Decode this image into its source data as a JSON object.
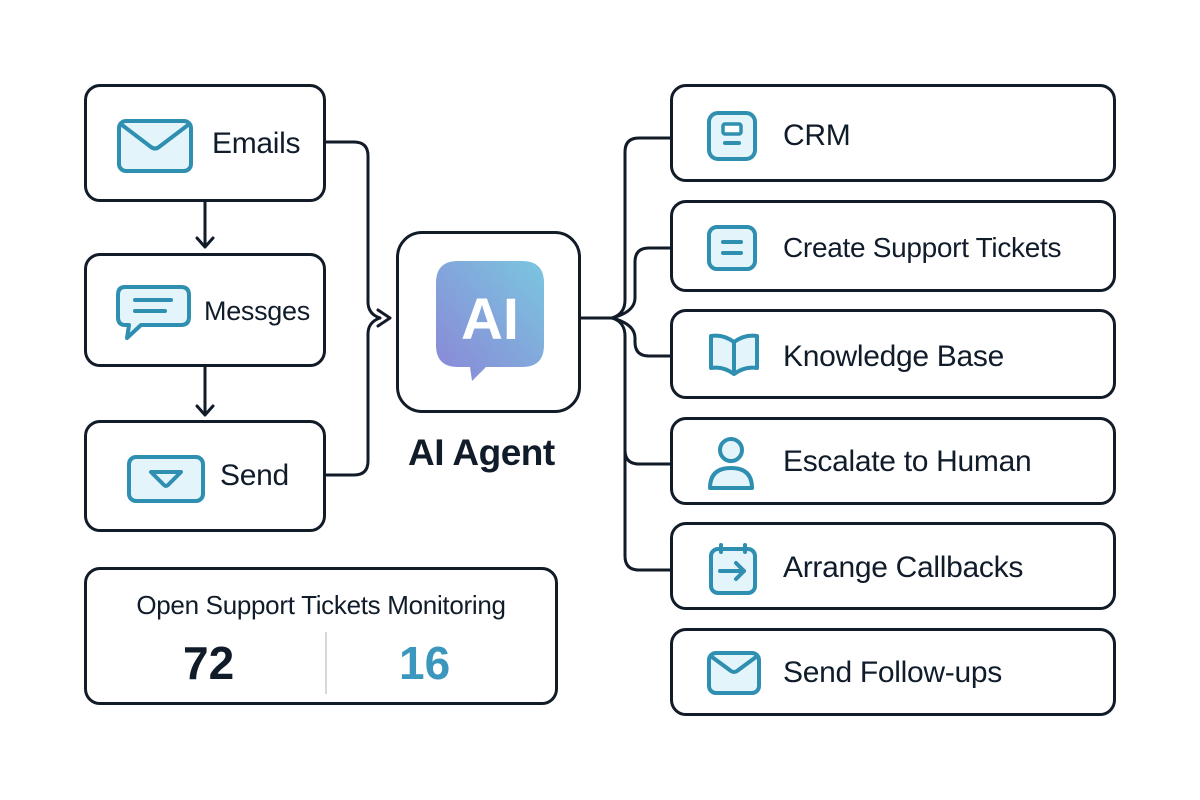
{
  "colors": {
    "stroke": "#121b28",
    "icon_stroke": "#2f8fb0",
    "icon_fill": "#e3f4fb",
    "accent_value": "#3b97bd",
    "ai_gradient_start": "#7bc6e0",
    "ai_gradient_end": "#8a86d6"
  },
  "inputs": [
    {
      "label": "Emails",
      "icon": "mail-icon"
    },
    {
      "label": "Messges",
      "icon": "chat-bubble-icon"
    },
    {
      "label": "Send",
      "icon": "send-tray-icon"
    }
  ],
  "agent": {
    "logo_text": "AI",
    "title": "AI Agent"
  },
  "outputs": [
    {
      "label": "CRM",
      "icon": "crm-icon"
    },
    {
      "label": "Create Support Tickets",
      "icon": "ticket-icon"
    },
    {
      "label": "Knowledge Base",
      "icon": "book-icon"
    },
    {
      "label": "Escalate to Human",
      "icon": "person-icon"
    },
    {
      "label": "Arrange Callbacks",
      "icon": "calendar-arrow-icon"
    },
    {
      "label": "Send Follow-ups",
      "icon": "mail-icon"
    }
  ],
  "monitoring": {
    "title": "Open Support Tickets Monitoring",
    "value_left": "72",
    "value_right": "16"
  }
}
